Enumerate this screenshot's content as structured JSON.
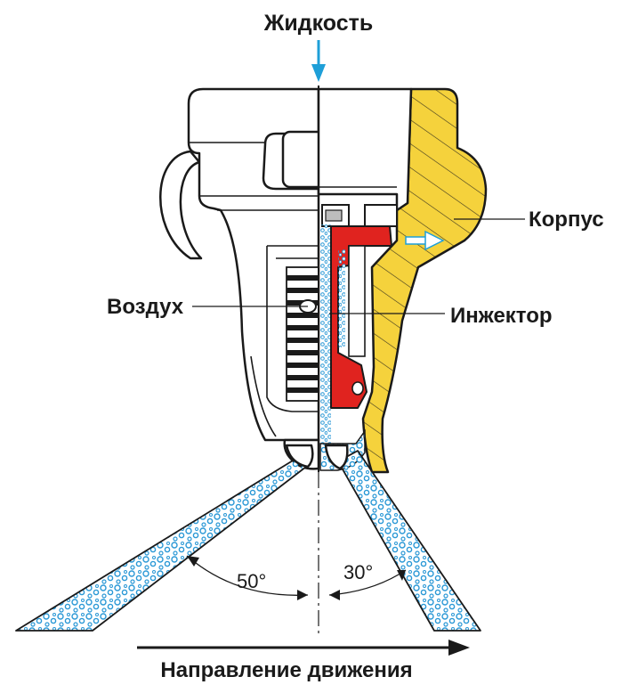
{
  "labels": {
    "liquid": "Жидкость",
    "body": "Корпус",
    "air": "Воздух",
    "injector": "Инжектор",
    "direction": "Направление движения",
    "angle_left": "50°",
    "angle_right": "30°"
  },
  "colors": {
    "body_fill": "#f5d23c",
    "injector_fill": "#e0231f",
    "flow_arrow": "#1e9fd8",
    "bubbles": "#2a98d6",
    "outline": "#1a1a1a"
  }
}
